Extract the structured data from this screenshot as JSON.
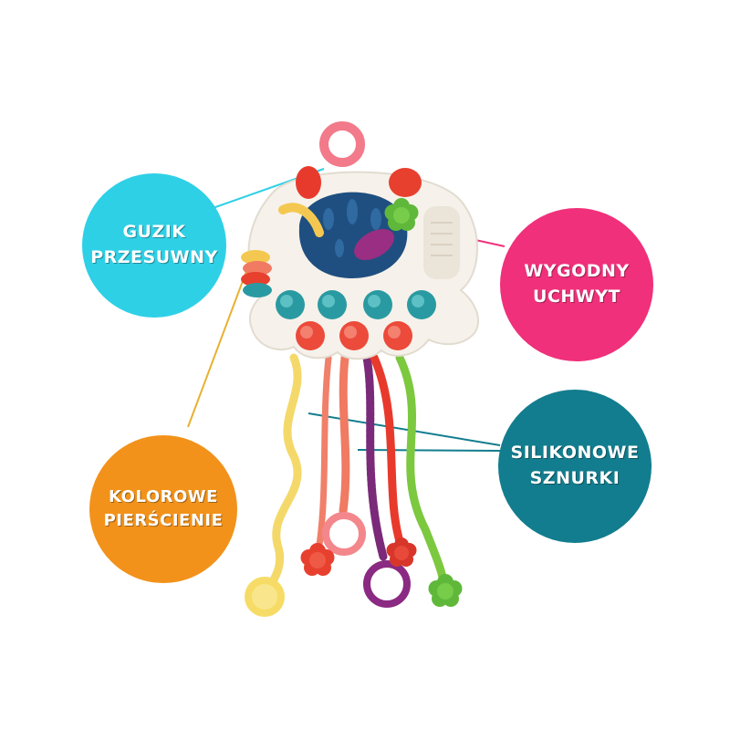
{
  "labels": {
    "guzik": {
      "line1": "GUZIK",
      "line2": "PRZESUWNY",
      "color": "#2ed0e6"
    },
    "wygodny": {
      "line1": "WYGODNY",
      "line2": "UCHWYT",
      "color": "#f0307a"
    },
    "kolorowe": {
      "line1": "KOLOROWE",
      "line2": "PIERŚCIENIE",
      "color": "#f2921a"
    },
    "silikonowe": {
      "line1": "SILIKONOWE",
      "line2": "SZNURKI",
      "color": "#127d8e"
    }
  },
  "colors": {
    "body": "#f6f1ea",
    "ball": "#1f4f80",
    "teal_button": "#2a9aa2",
    "red_button": "#ec4a3a",
    "cord_yellow": "#f4d96a",
    "cord_salmon": "#f07a62",
    "cord_purple": "#7a2a78",
    "cord_green": "#7cc83f",
    "ring_pink": "#f27a8a"
  }
}
